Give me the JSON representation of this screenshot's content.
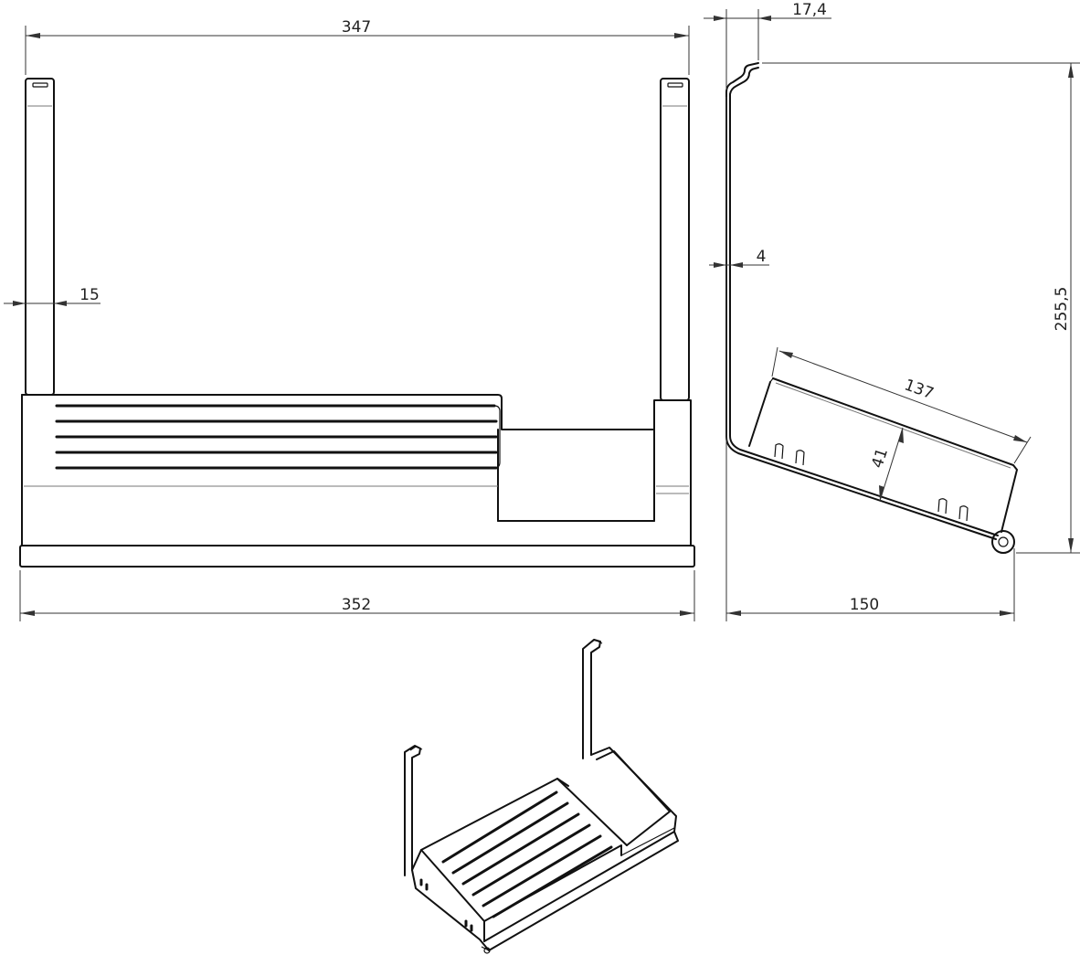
{
  "dimensions": {
    "front_top_width": "347",
    "front_bottom_width": "352",
    "rail_width": "15",
    "side_hook_offset": "17,4",
    "side_rail_thickness": "4",
    "side_height": "255,5",
    "side_depth": "150",
    "tray_length": "137",
    "tray_height": "41"
  }
}
